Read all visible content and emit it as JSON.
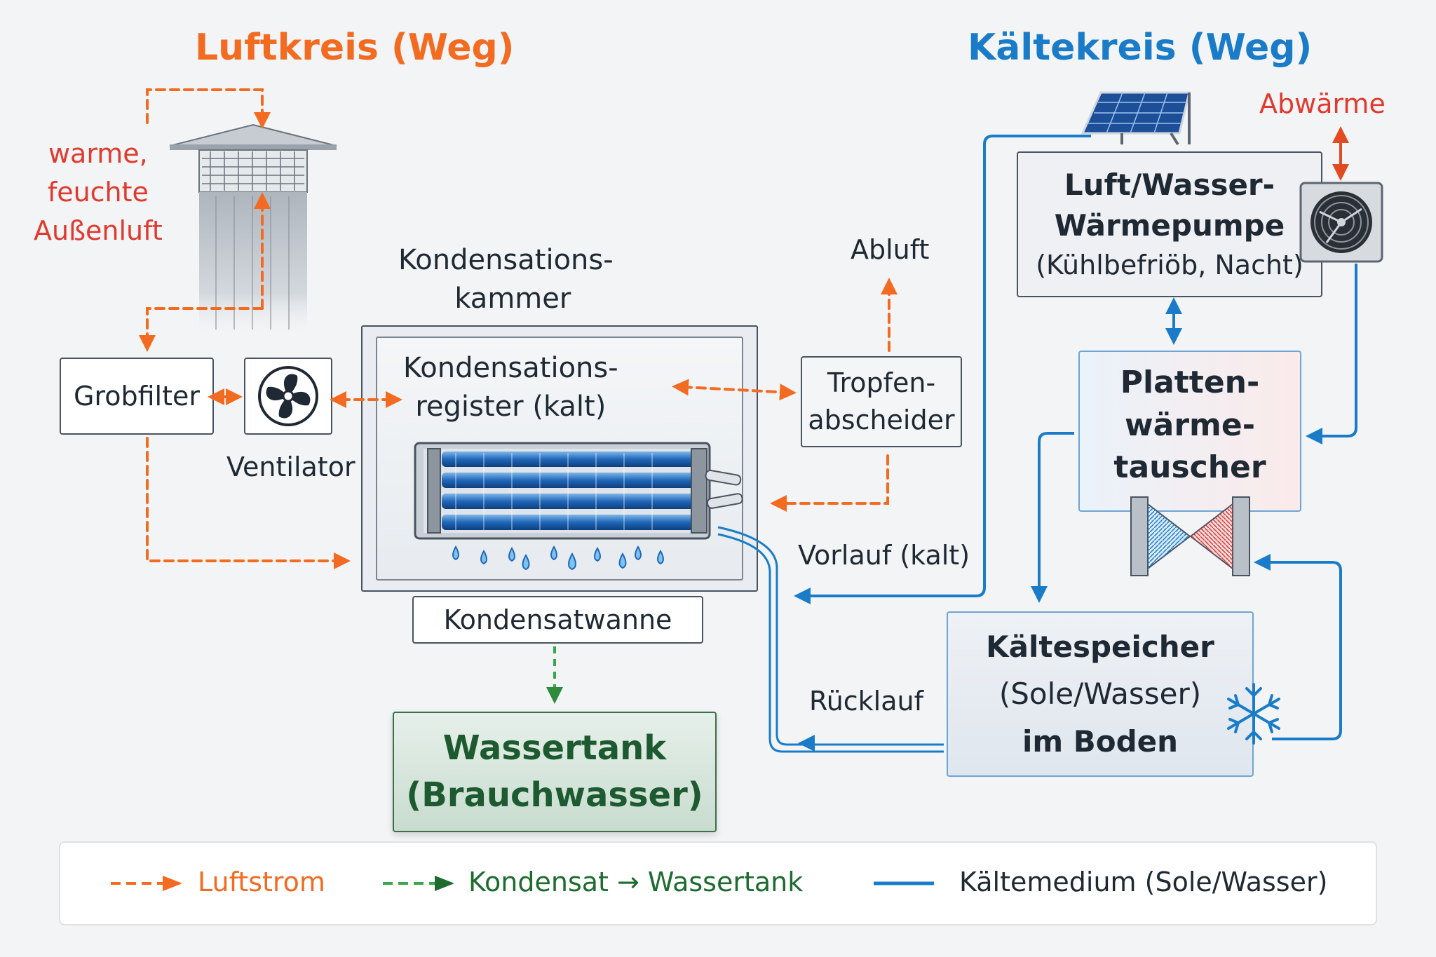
{
  "titles": {
    "air_circuit": "Luftkreis (Weg)",
    "cold_circuit": "Kältekreis (Weg)"
  },
  "labels": {
    "outside_air": [
      "warme,",
      "feuchte",
      "Außenluft"
    ],
    "ventilator": "Ventilator",
    "chamber": [
      "Kondensations-",
      "kammer"
    ],
    "exhaust": "Abluft",
    "waste_heat": "Abwärme",
    "supply": "Vorlauf (kalt)",
    "return": "Rücklauf"
  },
  "boxes": {
    "coarse_filter": "Grobfilter",
    "register": [
      "Kondensations-",
      "register (kalt)"
    ],
    "droplet_separator": [
      "Tropfen-",
      "abscheider"
    ],
    "heat_pump": [
      "Luft/Wasser-",
      "Wärmepumpe",
      "(Kühlbefriöb, Nacht)"
    ],
    "plate_exchanger": [
      "Platten-",
      "wärme-",
      "tauscher"
    ],
    "condensate_pan": "Kondensatwanne",
    "water_tank": [
      "Wassertank",
      "(Brauchwasser)"
    ],
    "cold_storage": [
      "Kältespeicher",
      "(Sole/Wasser)",
      "im Boden"
    ]
  },
  "legend": [
    {
      "text": "Luftstrom",
      "color": "#f26b21",
      "style": "dashed"
    },
    {
      "text": "Kondensat → Wassertank",
      "color": "#1e6b2f",
      "style": "dashed-green"
    },
    {
      "text": "Kältemedium (Sole/Wasser)",
      "color": "#1f2933",
      "style": "solid-blue"
    }
  ],
  "colors": {
    "air_orange": "#f26b21",
    "cold_blue": "#1a7cc8",
    "condensate_green": "#3aa84a",
    "label_red": "#e03a2e",
    "tank_green": "#1e5a30"
  },
  "icons": [
    "fan-icon",
    "solar-panel-icon",
    "snowflake-icon",
    "chimney-icon",
    "coil-icon",
    "heat-pump-fan-icon"
  ]
}
